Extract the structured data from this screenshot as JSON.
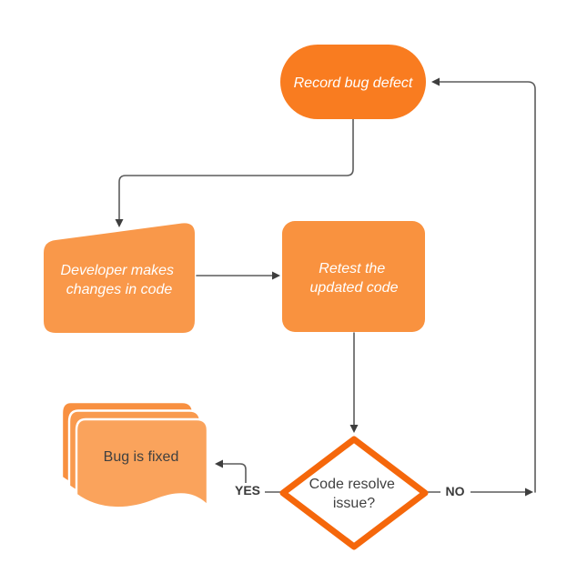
{
  "diagram": {
    "type": "flowchart",
    "background": "#FFFFFF",
    "nodes": {
      "record_bug": {
        "shape": "terminator",
        "label": "Record bug defect"
      },
      "developer_changes": {
        "shape": "manual-operation-card",
        "label": "Developer makes changes in code",
        "line1": "Developer makes",
        "line2": "changes in code"
      },
      "retest": {
        "shape": "process",
        "label": "Retest the updated code",
        "line1": "Retest the",
        "line2": "updated code"
      },
      "decision": {
        "shape": "decision-diamond",
        "label": "Code resolve issue?",
        "line1": "Code resolve",
        "line2": "issue?"
      },
      "bug_fixed": {
        "shape": "multi-document",
        "label": "Bug is fixed"
      }
    },
    "edge_labels": {
      "yes": "YES",
      "no": "NO"
    },
    "colors": {
      "record_fill": "#F97C20",
      "developer_fill": "#F9984A",
      "retest_fill": "#F9923F",
      "doc_back_fill": "#F89040",
      "doc_mid_fill": "#F99A4E",
      "doc_front_fill": "#FAA35C",
      "decision_stroke": "#F5670B",
      "decision_fill": "#FFFFFF",
      "connector": "#5B5B5B",
      "arrowhead": "#3E3E3E",
      "label_light": "#FFFFFF",
      "label_dark": "#404040",
      "edge_label_color": "#3A3A3A"
    }
  }
}
